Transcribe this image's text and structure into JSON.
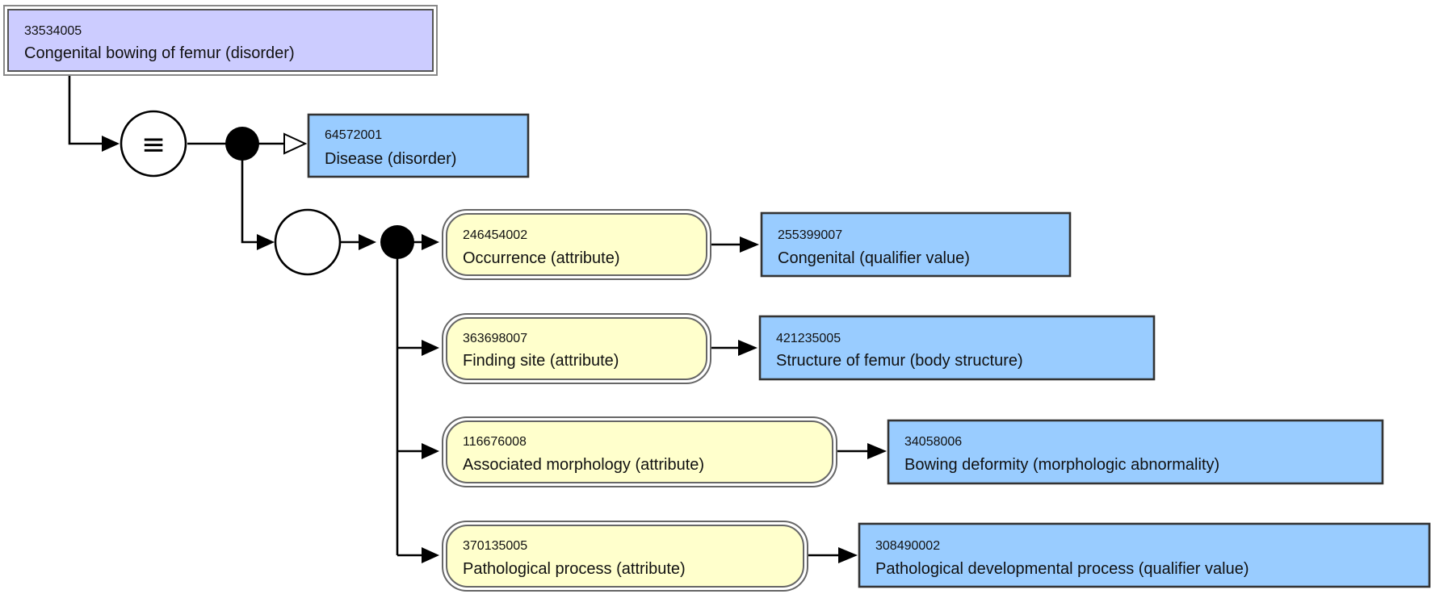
{
  "colors": {
    "defined_concept_fill": "#ccccff",
    "primitive_concept_fill": "#99ccff",
    "attribute_fill": "#ffffcc",
    "outline": "#333333",
    "frame_outline": "#888888"
  },
  "concept": {
    "id": "33534005",
    "label": "Congenital bowing of femur (disorder)"
  },
  "definition_operator": {
    "symbol": "≡"
  },
  "parent": {
    "id": "64572001",
    "label": "Disease (disorder)"
  },
  "relationships": [
    {
      "attribute": {
        "id": "246454002",
        "label": "Occurrence (attribute)"
      },
      "value": {
        "id": "255399007",
        "label": "Congenital (qualifier value)"
      }
    },
    {
      "attribute": {
        "id": "363698007",
        "label": "Finding site (attribute)"
      },
      "value": {
        "id": "421235005",
        "label": "Structure of femur (body structure)"
      }
    },
    {
      "attribute": {
        "id": "116676008",
        "label": "Associated morphology (attribute)"
      },
      "value": {
        "id": "34058006",
        "label": "Bowing deformity (morphologic abnormality)"
      }
    },
    {
      "attribute": {
        "id": "370135005",
        "label": "Pathological process (attribute)"
      },
      "value": {
        "id": "308490002",
        "label": "Pathological developmental process (qualifier value)"
      }
    }
  ]
}
